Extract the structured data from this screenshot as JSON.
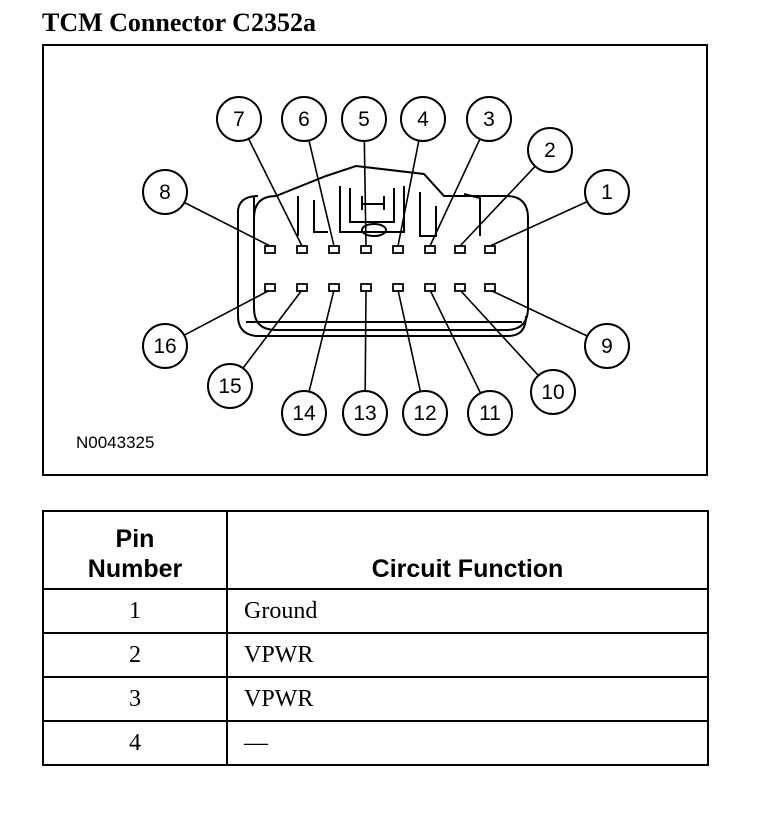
{
  "title": "TCM Connector C2352a",
  "diagram": {
    "figure_code": "N0043325",
    "pin_labels": [
      "1",
      "2",
      "3",
      "4",
      "5",
      "6",
      "7",
      "8",
      "9",
      "10",
      "11",
      "12",
      "13",
      "14",
      "15",
      "16"
    ]
  },
  "table": {
    "header": {
      "pin_number_line1": "Pin",
      "pin_number_line2": "Number",
      "circuit_function": "Circuit Function"
    },
    "rows": [
      {
        "pin": "1",
        "function": "Ground"
      },
      {
        "pin": "2",
        "function": "VPWR"
      },
      {
        "pin": "3",
        "function": "VPWR"
      },
      {
        "pin": "4",
        "function": "—"
      }
    ]
  }
}
